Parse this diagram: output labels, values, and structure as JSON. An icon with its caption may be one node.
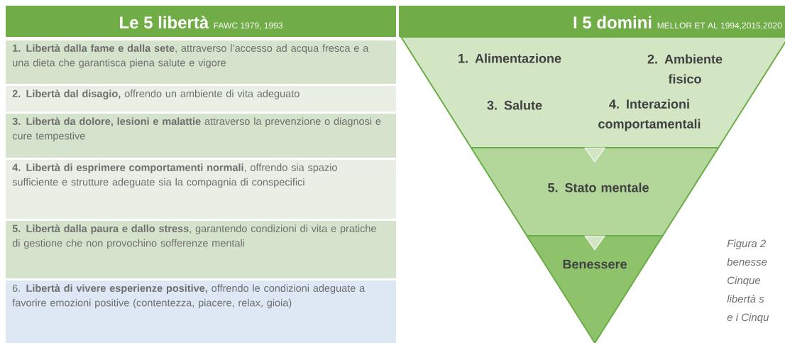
{
  "diagram": {
    "nodes": [
      {
        "text": [
          "Le 5 libertà",
          "FAWC 1979, 1993"
        ]
      },
      {
        "text": [
          "**1. Libertà dalla fame e dalla sete**, attraverso l’accesso ad acqua fresca e a una dieta che garantisca piena salute e vigore"
        ]
      },
      {
        "text": [
          "**2. Libertà dal disagio,** offrendo un ambiente di vita adeguato"
        ]
      },
      {
        "text": [
          "**3. Libertà da dolore, lesioni e malattie** attraverso la prevenzione o diagnosi e cure tempestive"
        ]
      },
      {
        "text": [
          "**4. Libertà di esprimere comportamenti normali**, offrendo sia spazio sufficiente e strutture adeguate sia la compagnia di conspecifici"
        ]
      },
      {
        "text": [
          "**5. Libertà dalla paura e dallo stress**, garantendo condizioni di vita e pratiche di gestione che non provochino sofferenze mentali"
        ]
      },
      {
        "text": [
          "6. **Libertà di vivere esperienze positive,** offrendo le condizioni adeguate a favorire emozioni positive (contentezza, piacere, relax, gioia)"
        ]
      },
      {
        "text": [
          "I 5 domini",
          "MELLOR ET AL 1994,2015,2020"
        ]
      },
      {
        "text": [
          "1. Alimentazione",
          "2. Ambiente fisico",
          "3. Salute",
          "4. Interazioni comportamentali"
        ]
      },
      {
        "text": [
          "5. Stato mentale"
        ]
      },
      {
        "text": [
          "Benessere"
        ]
      }
    ],
    "edges": [
      {
        "from": 8,
        "to": 9,
        "arrow": "to"
      },
      {
        "from": 9,
        "to": 10,
        "arrow": "to"
      }
    ],
    "labels": [
      "Figura 2",
      "benesse",
      "Cinque",
      "libertà s",
      "e i Cinqu"
    ]
  }
}
